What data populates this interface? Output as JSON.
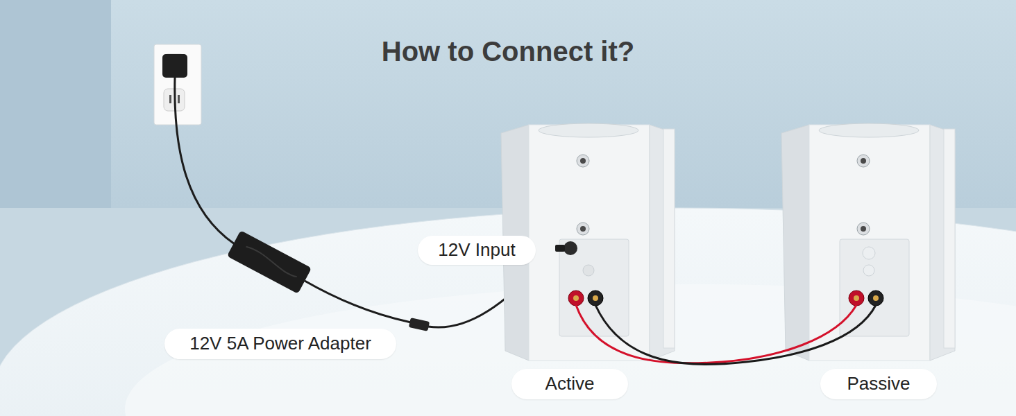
{
  "diagram": {
    "title": "How to Connect it?",
    "nodes": [
      {
        "text": [
          "12V Input"
        ]
      },
      {
        "text": [
          "12V 5A Power Adapter"
        ]
      },
      {
        "text": [
          "Active"
        ]
      },
      {
        "text": [
          "Passive"
        ]
      }
    ]
  }
}
